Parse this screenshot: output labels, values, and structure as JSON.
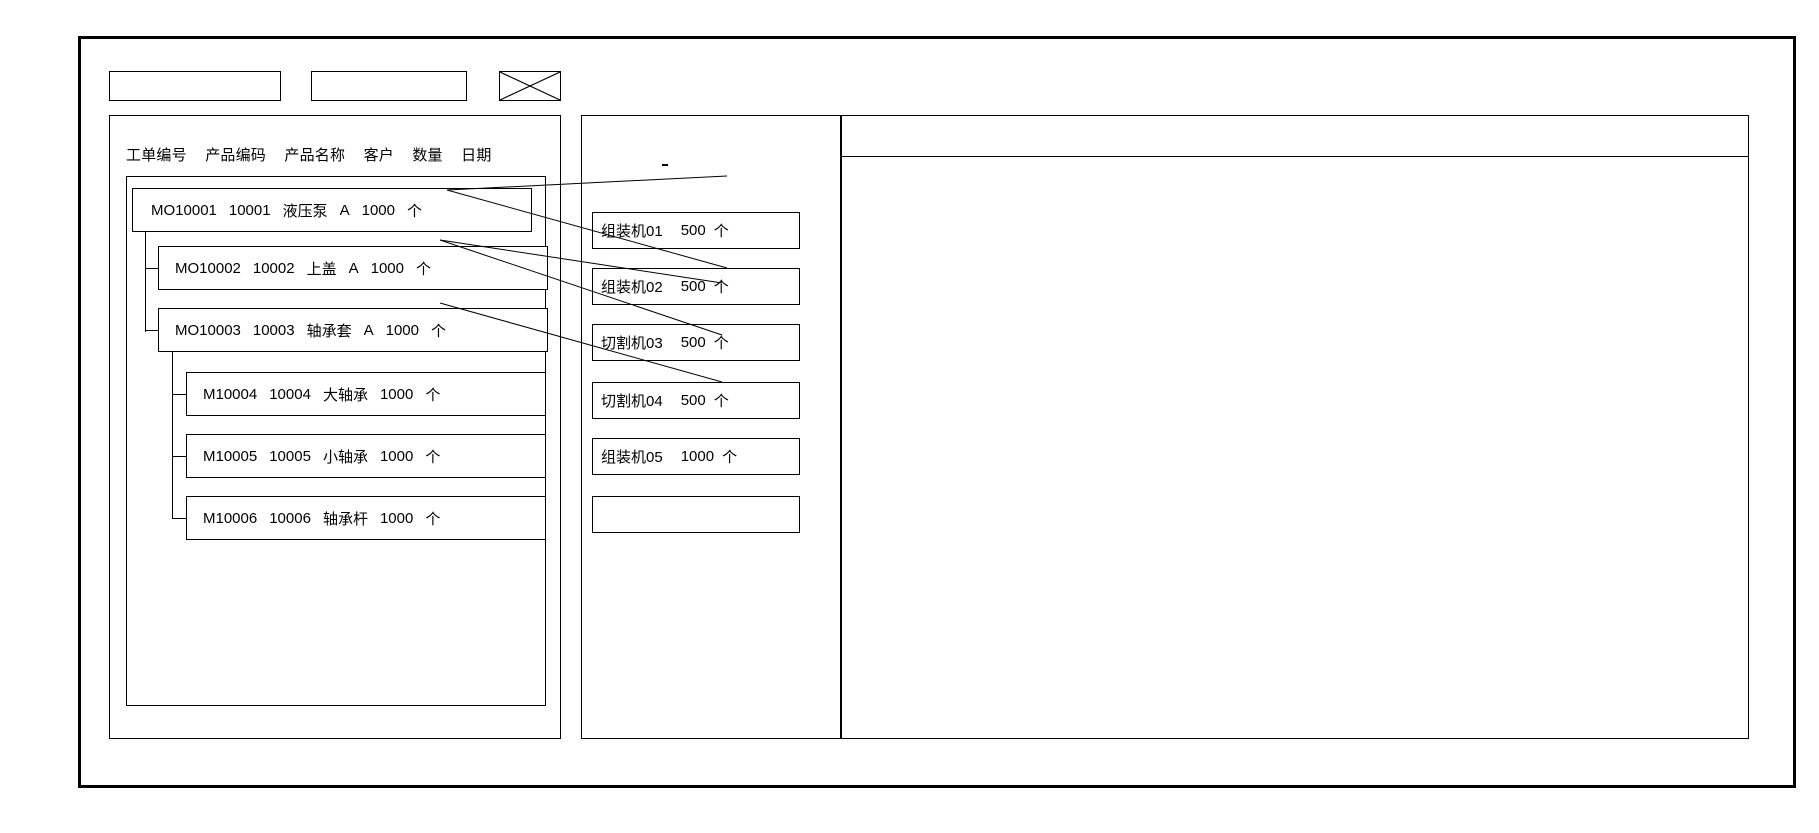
{
  "window": {
    "title": ""
  },
  "toolbar": {
    "field_1_value": "",
    "field_1_placeholder": "",
    "field_2_value": "",
    "field_2_placeholder": "",
    "image_icon": "x-placeholder-icon"
  },
  "left_panel": {
    "columns": [
      "工单编号",
      "产品编码",
      "产品名称",
      "客户",
      "数量",
      "日期"
    ],
    "rows": [
      {
        "level": 0,
        "order_no": "MO10001",
        "product_code": "10001",
        "product_name": "液压泵",
        "customer": "A",
        "quantity": "1000",
        "unit": "个",
        "date": ""
      },
      {
        "level": 1,
        "order_no": "MO10002",
        "product_code": "10002",
        "product_name": "上盖",
        "customer": "A",
        "quantity": "1000",
        "unit": "个",
        "date": ""
      },
      {
        "level": 1,
        "order_no": "MO10003",
        "product_code": "10003",
        "product_name": "轴承套",
        "customer": "A",
        "quantity": "1000",
        "unit": "个",
        "date": ""
      },
      {
        "level": 2,
        "order_no": "M10004",
        "product_code": "10004",
        "product_name": "大轴承",
        "customer": "",
        "quantity": "1000",
        "unit": "个",
        "date": ""
      },
      {
        "level": 2,
        "order_no": "M10005",
        "product_code": "10005",
        "product_name": "小轴承",
        "customer": "",
        "quantity": "1000",
        "unit": "个",
        "date": ""
      },
      {
        "level": 2,
        "order_no": "M10006",
        "product_code": "10006",
        "product_name": "轴承杆",
        "customer": "",
        "quantity": "1000",
        "unit": "个",
        "date": ""
      }
    ]
  },
  "middle_panel": {
    "marker": "-",
    "cards": [
      {
        "machine": "组装机01",
        "quantity": "500",
        "unit": "个"
      },
      {
        "machine": "组装机02",
        "quantity": "500",
        "unit": "个"
      },
      {
        "machine": "切割机03",
        "quantity": "500",
        "unit": "个"
      },
      {
        "machine": "切割机04",
        "quantity": "500",
        "unit": "个"
      },
      {
        "machine": "组装机05",
        "quantity": "1000",
        "unit": "个"
      },
      {
        "machine": "",
        "quantity": "",
        "unit": ""
      }
    ]
  },
  "right_panel": {
    "header_text": "",
    "body_text": ""
  },
  "colors": {
    "stroke": "#000000",
    "background": "#ffffff"
  }
}
